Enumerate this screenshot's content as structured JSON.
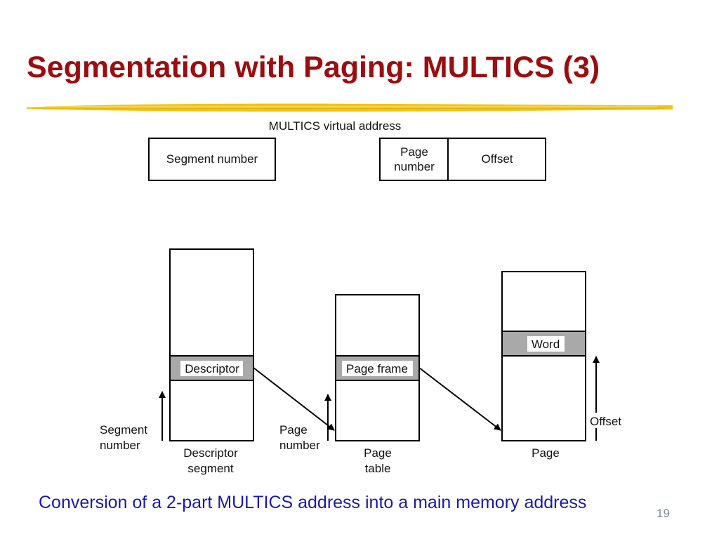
{
  "slide": {
    "title": "Segmentation with Paging: MULTICS (3)",
    "caption": "Conversion of a 2-part MULTICS address into a main memory address",
    "slide_number": "19",
    "colors": {
      "title": "#9b0d10",
      "caption": "#1a1aa8",
      "rule": "#f2c41a",
      "cell_fill": "#a9a9a9"
    }
  },
  "diagram": {
    "virtual_address_label": "MULTICS virtual address",
    "segment_number_field": "Segment number",
    "page_number_field": [
      "Page",
      "number"
    ],
    "offset_field": "Offset",
    "descriptor_cell": "Descriptor",
    "page_frame_cell": "Page frame",
    "word_cell": "Word",
    "segment_number_arrow": [
      "Segment",
      "number"
    ],
    "page_number_arrow": [
      "Page",
      "number"
    ],
    "offset_arrow": "Offset",
    "descriptor_segment_label": [
      "Descriptor",
      "segment"
    ],
    "page_table_label": [
      "Page",
      "table"
    ],
    "page_label": "Page"
  }
}
